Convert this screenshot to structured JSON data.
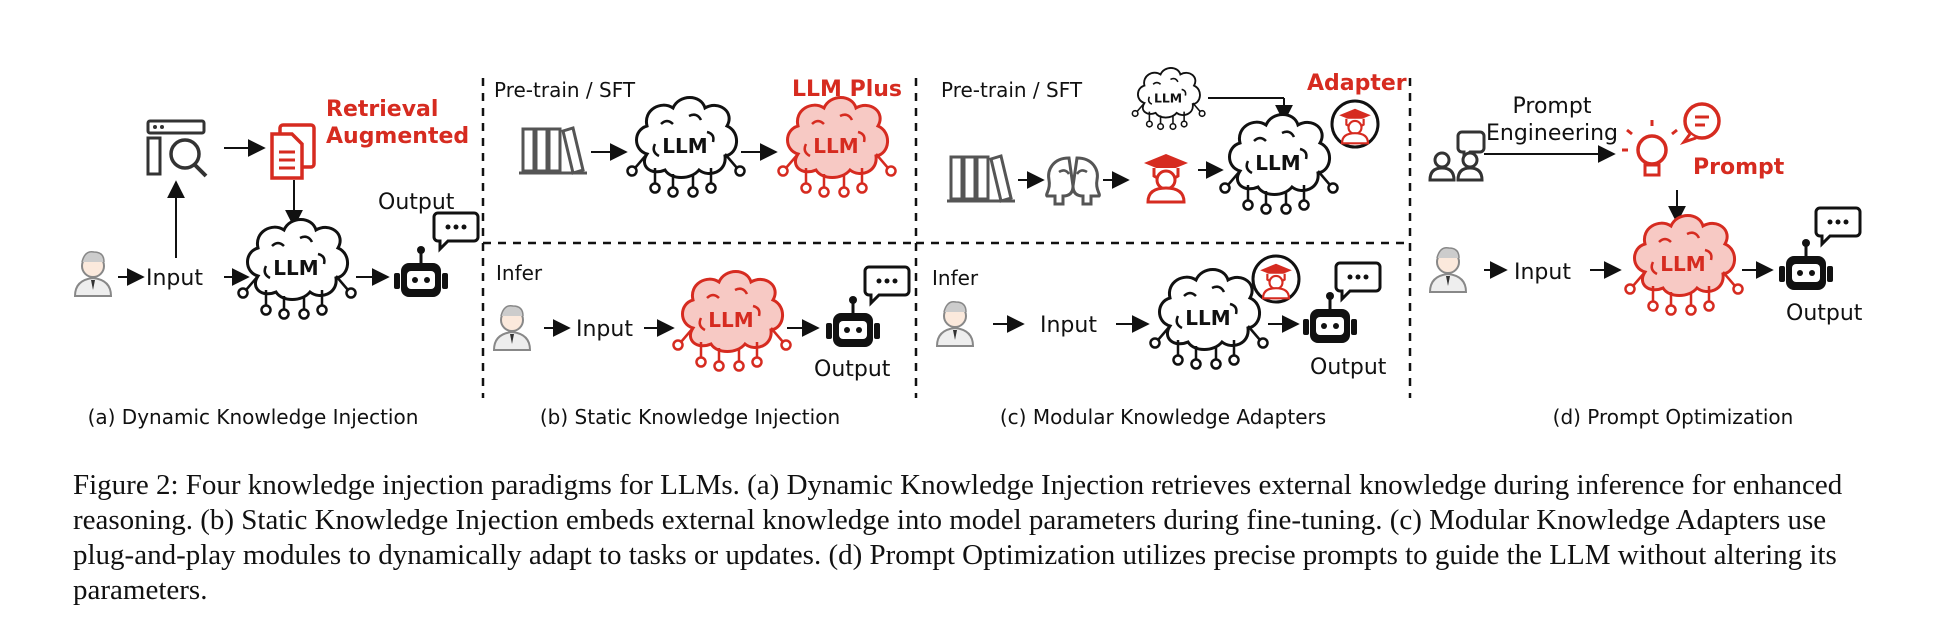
{
  "panels": {
    "a": {
      "retrieval_label_line1": "Retrieval",
      "retrieval_label_line2": "Augmented",
      "input": "Input",
      "llm": "LLM",
      "output": "Output",
      "caption": "(a) Dynamic Knowledge Injection"
    },
    "b": {
      "pretrain_label": "Pre-train / SFT",
      "llm": "LLM",
      "llm_plus_label": "LLM Plus",
      "llm_plus": "LLM",
      "infer_label": "Infer",
      "input": "Input",
      "llm_infer": "LLM",
      "output": "Output",
      "caption": "(b) Static Knowledge Injection"
    },
    "c": {
      "pretrain_label": "Pre-train / SFT",
      "llm_small": "LLM",
      "adapter_label": "Adapter",
      "llm_adapter": "LLM",
      "infer_label": "Infer",
      "input": "Input",
      "llm_infer": "LLM",
      "output": "Output",
      "caption": "(c) Modular Knowledge Adapters"
    },
    "d": {
      "prompt_eng_line1": "Prompt",
      "prompt_eng_line2": "Engineering",
      "prompt_label": "Prompt",
      "input": "Input",
      "llm": "LLM",
      "output": "Output",
      "caption": "(d) Prompt Optimization"
    }
  },
  "colors": {
    "accent": "#d62b20",
    "accent_fill": "#f7c9c4",
    "ink": "#111111"
  },
  "figure_caption": "Figure 2: Four knowledge injection paradigms for LLMs. (a) Dynamic Knowledge Injection retrieves external knowledge during inference for enhanced reasoning. (b) Static Knowledge Injection embeds external knowledge into model parameters during fine-tuning. (c) Modular Knowledge Adapters use plug-and-play modules to dynamically adapt to tasks or updates. (d) Prompt Optimization utilizes precise prompts to guide the LLM without altering its parameters."
}
